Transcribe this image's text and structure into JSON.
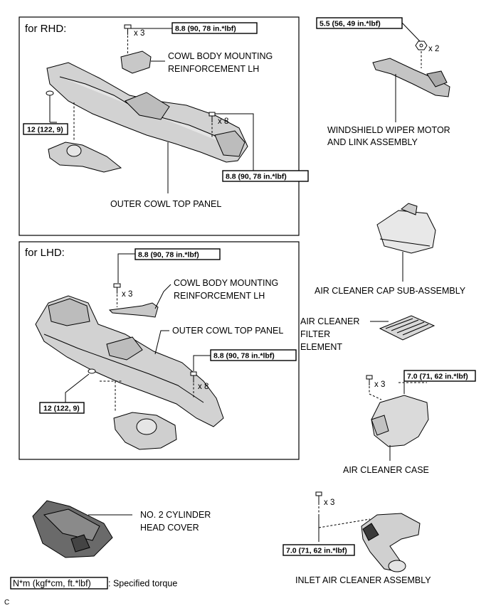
{
  "panels": {
    "rhd": {
      "header": "for RHD:",
      "torque_top": "8.8 (90, 78 in.*lbf)",
      "qty_top": "x 3",
      "label_reinforcement": [
        "COWL BODY MOUNTING",
        "REINFORCEMENT LH"
      ],
      "torque_left": "12 (122, 9)",
      "qty_right": "x 8",
      "torque_right": "8.8 (90, 78 in.*lbf)",
      "label_panel": "OUTER COWL TOP PANEL"
    },
    "lhd": {
      "header": "for LHD:",
      "torque_top": "8.8 (90, 78 in.*lbf)",
      "qty_top": "x 3",
      "label_reinforcement": [
        "COWL BODY MOUNTING",
        "REINFORCEMENT LH"
      ],
      "label_panel": "OUTER COWL TOP PANEL",
      "torque_right": "8.8 (90, 78 in.*lbf)",
      "qty_right": "x 8",
      "torque_left": "12 (122, 9)"
    }
  },
  "wiper": {
    "torque": "5.5 (56, 49 in.*lbf)",
    "qty": "x 2",
    "label": [
      "WINDSHIELD WIPER MOTOR",
      "AND LINK ASSEMBLY"
    ]
  },
  "air_cleaner_cap": {
    "label": "AIR CLEANER CAP SUB-ASSEMBLY"
  },
  "filter": {
    "label": [
      "AIR CLEANER",
      "FILTER",
      "ELEMENT"
    ]
  },
  "air_cleaner_case": {
    "qty": "x 3",
    "torque": "7.0 (71, 62 in.*lbf)",
    "label": "AIR CLEANER CASE"
  },
  "head_cover": {
    "label": [
      "NO. 2 CYLINDER",
      "HEAD COVER"
    ]
  },
  "inlet": {
    "qty": "x 3",
    "torque": "7.0 (71, 62 in.*lbf)",
    "label": "INLET AIR CLEANER ASSEMBLY"
  },
  "legend": {
    "unit": "N*m (kgf*cm, ft.*lbf)",
    "text": ": Specified torque"
  },
  "corner_code": "C"
}
